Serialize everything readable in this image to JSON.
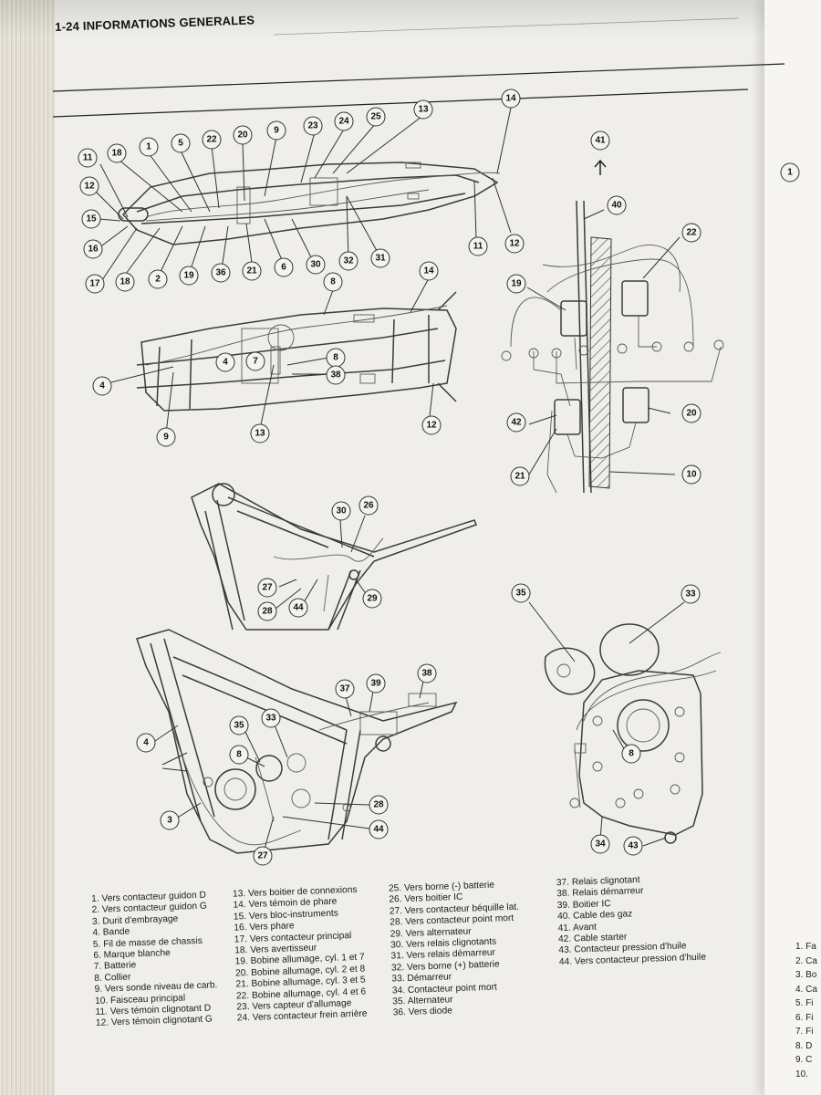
{
  "header": {
    "title": "1-24 INFORMATIONS GENERALES"
  },
  "callouts": {
    "d1": [
      "11",
      "18",
      "1",
      "5",
      "22",
      "20",
      "9",
      "23",
      "24",
      "25",
      "13",
      "14",
      "12",
      "15",
      "16",
      "17",
      "18",
      "2",
      "19",
      "36",
      "21",
      "6",
      "30",
      "32",
      "31",
      "11",
      "12"
    ],
    "d2": [
      "8",
      "14",
      "4",
      "4",
      "7",
      "8",
      "38",
      "9",
      "13",
      "12"
    ],
    "d3": [
      "41",
      "40",
      "22",
      "19",
      "42",
      "20",
      "21",
      "10"
    ],
    "d4": [
      "30",
      "26",
      "27",
      "28",
      "44",
      "29"
    ],
    "d5": [
      "37",
      "39",
      "38",
      "4",
      "35",
      "33",
      "8",
      "3",
      "28",
      "44",
      "27"
    ],
    "d6": [
      "35",
      "33",
      "8",
      "34",
      "43"
    ],
    "right_page": [
      "1"
    ]
  },
  "legend": {
    "col1": [
      "1. Vers contacteur guidon D",
      "2. Vers contacteur guidon G",
      "3. Durit d'embrayage",
      "4. Bande",
      "5. Fil de masse de chassis",
      "6. Marque blanche",
      "7. Batterie",
      "8. Collier",
      "9. Vers sonde niveau de carb.",
      "10. Faisceau principal",
      "11. Vers témoin clignotant D",
      "12. Vers témoin clignotant G"
    ],
    "col2": [
      "13. Vers boitier de connexions",
      "14. Vers témoin de phare",
      "15. Vers bloc-instruments",
      "16. Vers phare",
      "17. Vers contacteur principal",
      "18. Vers avertisseur",
      "19. Bobine allumage, cyl. 1 et 7",
      "20. Bobine allumage, cyl. 2 et 8",
      "21. Bobine allumage, cyl. 3 et 5",
      "22. Bobine allumage, cyl. 4 et 6",
      "23. Vers capteur d'allumage",
      "24. Vers contacteur frein arrière"
    ],
    "col3": [
      "25. Vers borne (-) batterie",
      "26. Vers boitier IC",
      "27. Vers contacteur béquille lat.",
      "28. Vers contacteur point mort",
      "29. Vers alternateur",
      "30. Vers relais clignotants",
      "31. Vers relais démarreur",
      "32. Vers borne (+) batterie",
      "33. Démarreur",
      "34. Contacteur point mort",
      "35. Alternateur",
      "36. Vers diode"
    ],
    "col4": [
      "37. Relais clignotant",
      "38. Relais démarreur",
      "39. Boitier IC",
      "40. Cable des gaz",
      "41. Avant",
      "42. Cable starter",
      "43. Contacteur pression d'huile",
      "44. Vers contacteur pression d'huile"
    ]
  },
  "right_legend": [
    "1. Fa",
    "2. Ca",
    "3. Bo",
    "4. Ca",
    "5. Fi",
    "6. Fi",
    "7. Fi",
    "8. D",
    "9. C",
    "10."
  ]
}
